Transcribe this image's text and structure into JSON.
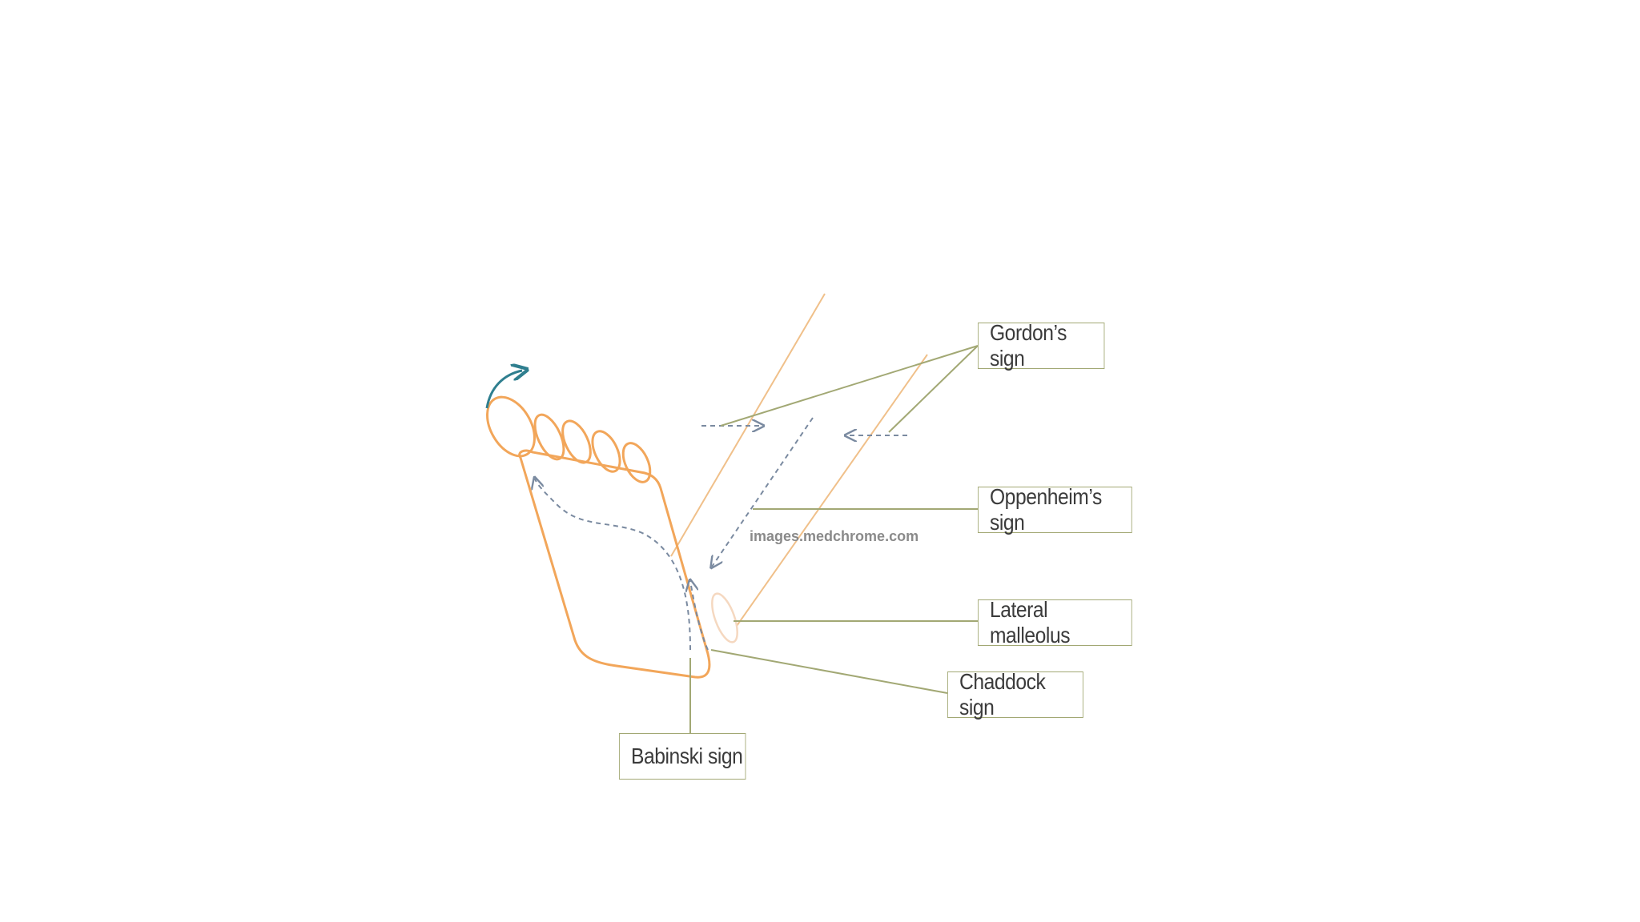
{
  "labels": {
    "gordon": "Gordon’s sign",
    "oppenheim": "Oppenheim’s sign",
    "lateral_malleolus": "Lateral malleolus",
    "chaddock": "Chaddock sign",
    "babinski": "Babinski sign"
  },
  "watermark": "images.medchrome.com",
  "colors": {
    "foot_outline": "#f2a65a",
    "leg_lines": "#f0c08a",
    "leader_lines": "#a2a874",
    "stroke_path": "#7a8aa0",
    "toe_arrow": "#2f7f8f"
  }
}
